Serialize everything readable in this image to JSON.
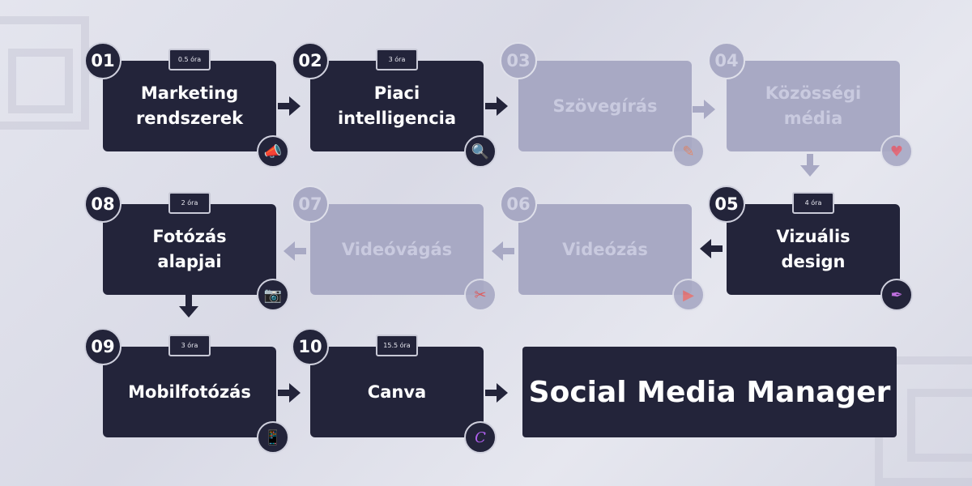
{
  "steps": [
    {
      "num": "01",
      "title": "Marketing rendszerek",
      "hours": "0.5 óra",
      "icon": "megaphone-icon",
      "active": true
    },
    {
      "num": "02",
      "title": "Piaci intelligencia",
      "hours": "3 óra",
      "icon": "magnifier-icon",
      "active": true
    },
    {
      "num": "03",
      "title": "Szövegírás",
      "icon": "pencil-icon",
      "active": false
    },
    {
      "num": "04",
      "title": "Közösségi média",
      "icon": "chat-heart-icon",
      "active": false
    },
    {
      "num": "05",
      "title": "Vizuális design",
      "hours": "4 óra",
      "icon": "pen-tool-icon",
      "active": true
    },
    {
      "num": "06",
      "title": "Videózás",
      "icon": "video-icon",
      "active": false
    },
    {
      "num": "07",
      "title": "Videóvágás",
      "icon": "scissors-icon",
      "active": false
    },
    {
      "num": "08",
      "title": "Fotózás alapjai",
      "hours": "2 óra",
      "icon": "camera-icon",
      "active": true
    },
    {
      "num": "09",
      "title": "Mobilfotózás",
      "hours": "3 óra",
      "icon": "smartphone-icon",
      "active": true
    },
    {
      "num": "10",
      "title": "Canva",
      "hours": "15.5 óra",
      "icon": "canva-logo-icon",
      "active": true
    }
  ],
  "final": {
    "title": "Social Media Manager"
  },
  "colors": {
    "dark": "#23243a",
    "faded": "#a8a9c4",
    "background": "#e1e2eb"
  }
}
